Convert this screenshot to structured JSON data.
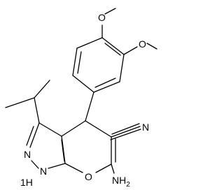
{
  "structure": {
    "atoms": {
      "o1": "O",
      "o2": "O",
      "n_nitrile": "N",
      "nh2": "NH",
      "nh2_sub": "2",
      "n_ring": "N",
      "nh": "N",
      "nh_h": "H",
      "h_prefix": "1",
      "o_ring": "O"
    }
  }
}
